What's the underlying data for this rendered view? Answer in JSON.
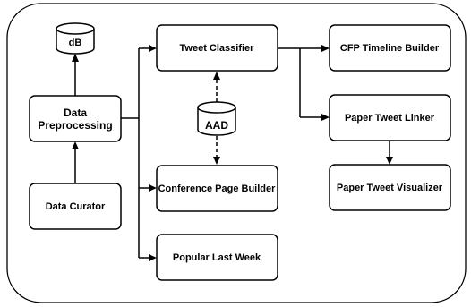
{
  "diagram": {
    "nodes": {
      "db": "dB",
      "data_preprocessing_line1": "Data",
      "data_preprocessing_line2": "Preprocessing",
      "data_curator": "Data Curator",
      "tweet_classifier": "Tweet Classifier",
      "aad": "AAD",
      "conference_page_builder": "Conference Page Builder",
      "popular_last_week": "Popular Last Week",
      "cfp_timeline_builder": "CFP Timeline Builder",
      "paper_tweet_linker": "Paper Tweet Linker",
      "paper_tweet_visualizer": "Paper Tweet Visualizer"
    }
  }
}
